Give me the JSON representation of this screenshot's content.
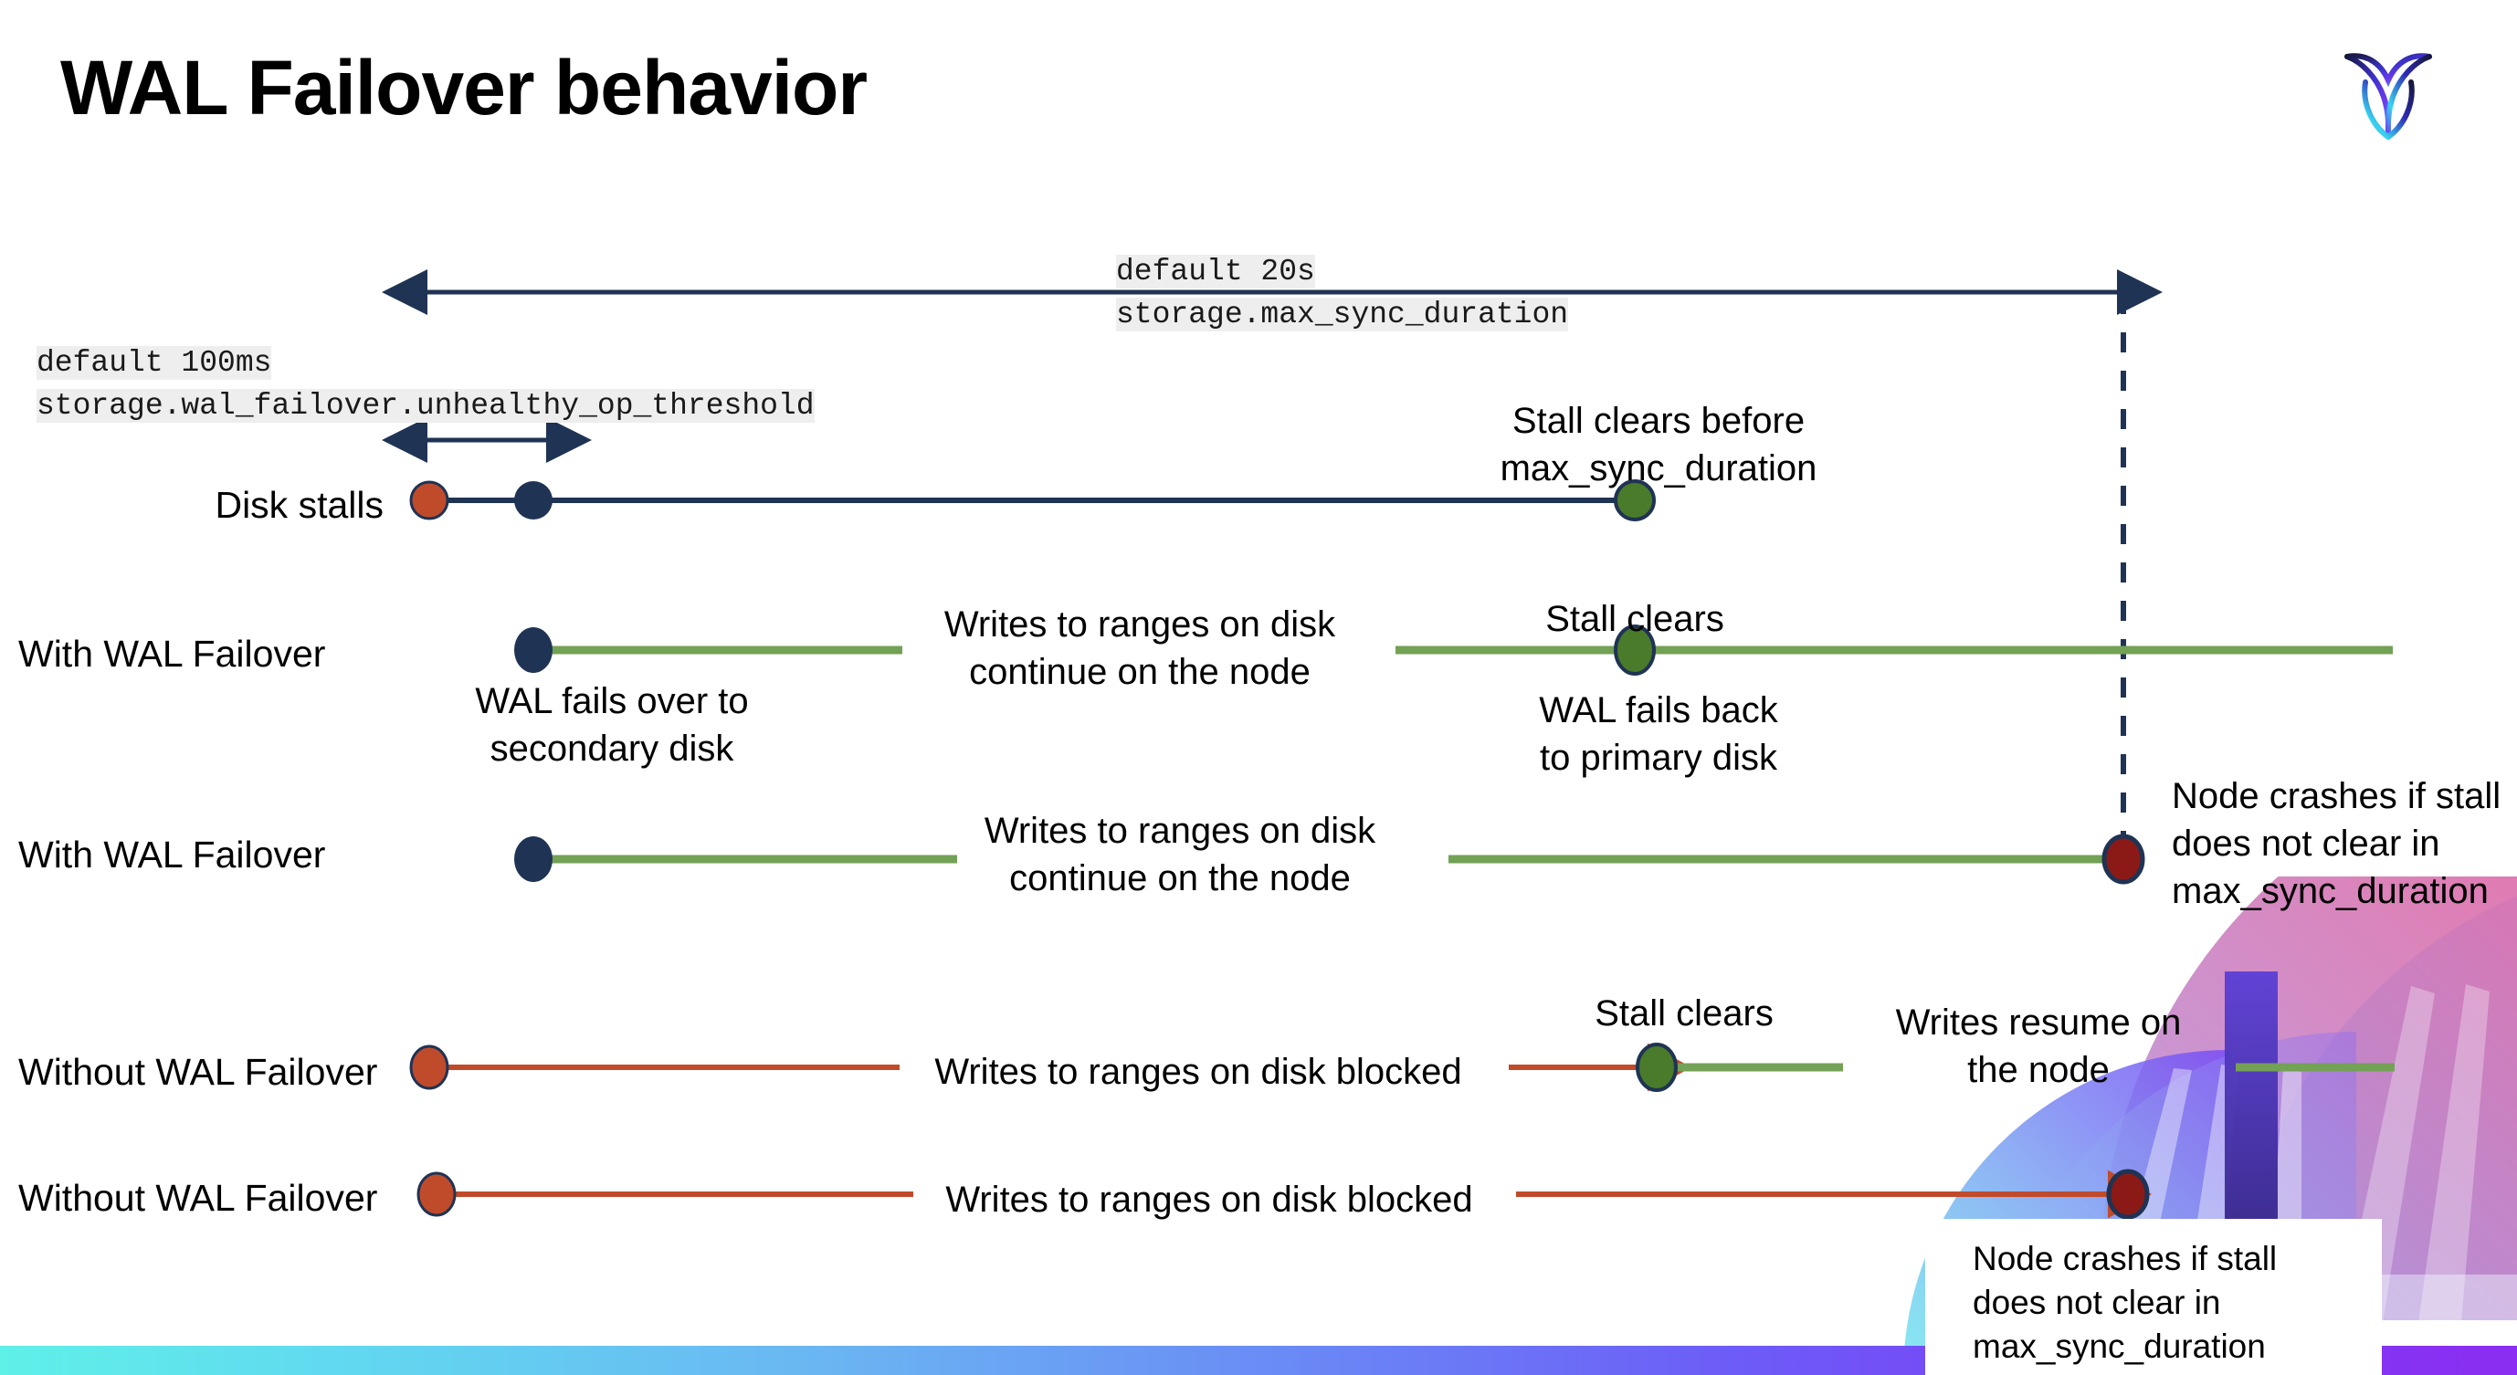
{
  "slide": {
    "title": "WAL Failover behavior",
    "logo_name": "cockroachdb-logo",
    "background": "#ffffff"
  },
  "colors": {
    "navy": "#1F3354",
    "green_line": "#73A155",
    "green_dot": "#4A7B2A",
    "orange": "#C04B2B",
    "dark_red": "#8B1A16",
    "code_bg": "#eeeeee",
    "bottom_bar_gradient": [
      "#5ff0e8",
      "#6a8df5",
      "#8b2df2"
    ]
  },
  "annotations": {
    "max_sync": {
      "line1": "default 20s",
      "line2": "storage.max_sync_duration"
    },
    "unhealthy_op": {
      "line1": "default 100ms",
      "line2": "storage.wal_failover.unhealthy_op_threshold"
    }
  },
  "rows": [
    {
      "id": "disk-stalls",
      "label": "Disk stalls",
      "note_above": "Stall clears before\nmax_sync_duration"
    },
    {
      "id": "with-wal-failover-1",
      "label": "With WAL Failover",
      "note_start": "WAL fails over to\nsecondary disk",
      "note_middle": "Writes to ranges on disk\ncontinue on the node",
      "note_clear": "Stall clears",
      "note_back": "WAL fails  back\nto primary disk"
    },
    {
      "id": "with-wal-failover-2",
      "label": "With WAL Failover",
      "note_middle": "Writes to ranges on disk\ncontinue on the node",
      "note_crash": "Node crashes if stall\ndoes not clear in\nmax_sync_duration"
    },
    {
      "id": "without-wal-failover-1",
      "label": "Without WAL Failover",
      "note_middle": "Writes to ranges on disk  blocked",
      "note_clear": "Stall clears",
      "note_resume": "Writes resume on\nthe node"
    },
    {
      "id": "without-wal-failover-2",
      "label": "Without WAL Failover",
      "note_middle": "Writes to ranges on disk  blocked",
      "note_crash": "Node crashes if stall\ndoes not clear in\nmax_sync_duration"
    }
  ]
}
